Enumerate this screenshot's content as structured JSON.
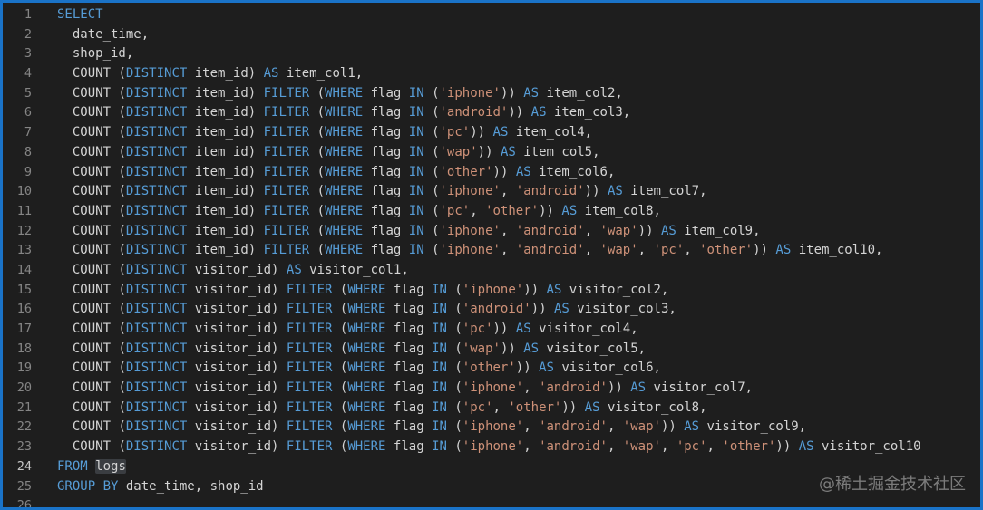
{
  "watermark": "@稀土掘金技术社区",
  "current_line": 24,
  "lines": [
    {
      "n": "1",
      "t": [
        [
          "kw",
          "SELECT"
        ]
      ]
    },
    {
      "n": "2",
      "t": [
        [
          "plain",
          "  date_time,"
        ]
      ]
    },
    {
      "n": "3",
      "t": [
        [
          "plain",
          "  shop_id,"
        ]
      ]
    },
    {
      "n": "4",
      "t": [
        [
          "fn",
          "  COUNT "
        ],
        [
          "plain",
          "("
        ],
        [
          "kw",
          "DISTINCT"
        ],
        [
          "plain",
          " item_id) "
        ],
        [
          "kw",
          "AS"
        ],
        [
          "plain",
          " item_col1,"
        ]
      ]
    },
    {
      "n": "5",
      "t": [
        [
          "fn",
          "  COUNT "
        ],
        [
          "plain",
          "("
        ],
        [
          "kw",
          "DISTINCT"
        ],
        [
          "plain",
          " item_id) "
        ],
        [
          "kw",
          "FILTER"
        ],
        [
          "plain",
          " ("
        ],
        [
          "kw",
          "WHERE"
        ],
        [
          "plain",
          " flag "
        ],
        [
          "kw",
          "IN"
        ],
        [
          "plain",
          " ("
        ],
        [
          "str",
          "'iphone'"
        ],
        [
          "plain",
          ")) "
        ],
        [
          "kw",
          "AS"
        ],
        [
          "plain",
          " item_col2,"
        ]
      ]
    },
    {
      "n": "6",
      "t": [
        [
          "fn",
          "  COUNT "
        ],
        [
          "plain",
          "("
        ],
        [
          "kw",
          "DISTINCT"
        ],
        [
          "plain",
          " item_id) "
        ],
        [
          "kw",
          "FILTER"
        ],
        [
          "plain",
          " ("
        ],
        [
          "kw",
          "WHERE"
        ],
        [
          "plain",
          " flag "
        ],
        [
          "kw",
          "IN"
        ],
        [
          "plain",
          " ("
        ],
        [
          "str",
          "'android'"
        ],
        [
          "plain",
          ")) "
        ],
        [
          "kw",
          "AS"
        ],
        [
          "plain",
          " item_col3,"
        ]
      ]
    },
    {
      "n": "7",
      "t": [
        [
          "fn",
          "  COUNT "
        ],
        [
          "plain",
          "("
        ],
        [
          "kw",
          "DISTINCT"
        ],
        [
          "plain",
          " item_id) "
        ],
        [
          "kw",
          "FILTER"
        ],
        [
          "plain",
          " ("
        ],
        [
          "kw",
          "WHERE"
        ],
        [
          "plain",
          " flag "
        ],
        [
          "kw",
          "IN"
        ],
        [
          "plain",
          " ("
        ],
        [
          "str",
          "'pc'"
        ],
        [
          "plain",
          ")) "
        ],
        [
          "kw",
          "AS"
        ],
        [
          "plain",
          " item_col4,"
        ]
      ]
    },
    {
      "n": "8",
      "t": [
        [
          "fn",
          "  COUNT "
        ],
        [
          "plain",
          "("
        ],
        [
          "kw",
          "DISTINCT"
        ],
        [
          "plain",
          " item_id) "
        ],
        [
          "kw",
          "FILTER"
        ],
        [
          "plain",
          " ("
        ],
        [
          "kw",
          "WHERE"
        ],
        [
          "plain",
          " flag "
        ],
        [
          "kw",
          "IN"
        ],
        [
          "plain",
          " ("
        ],
        [
          "str",
          "'wap'"
        ],
        [
          "plain",
          ")) "
        ],
        [
          "kw",
          "AS"
        ],
        [
          "plain",
          " item_col5,"
        ]
      ]
    },
    {
      "n": "9",
      "t": [
        [
          "fn",
          "  COUNT "
        ],
        [
          "plain",
          "("
        ],
        [
          "kw",
          "DISTINCT"
        ],
        [
          "plain",
          " item_id) "
        ],
        [
          "kw",
          "FILTER"
        ],
        [
          "plain",
          " ("
        ],
        [
          "kw",
          "WHERE"
        ],
        [
          "plain",
          " flag "
        ],
        [
          "kw",
          "IN"
        ],
        [
          "plain",
          " ("
        ],
        [
          "str",
          "'other'"
        ],
        [
          "plain",
          ")) "
        ],
        [
          "kw",
          "AS"
        ],
        [
          "plain",
          " item_col6,"
        ]
      ]
    },
    {
      "n": "10",
      "t": [
        [
          "fn",
          "  COUNT "
        ],
        [
          "plain",
          "("
        ],
        [
          "kw",
          "DISTINCT"
        ],
        [
          "plain",
          " item_id) "
        ],
        [
          "kw",
          "FILTER"
        ],
        [
          "plain",
          " ("
        ],
        [
          "kw",
          "WHERE"
        ],
        [
          "plain",
          " flag "
        ],
        [
          "kw",
          "IN"
        ],
        [
          "plain",
          " ("
        ],
        [
          "str",
          "'iphone'"
        ],
        [
          "plain",
          ", "
        ],
        [
          "str",
          "'android'"
        ],
        [
          "plain",
          ")) "
        ],
        [
          "kw",
          "AS"
        ],
        [
          "plain",
          " item_col7,"
        ]
      ]
    },
    {
      "n": "11",
      "t": [
        [
          "fn",
          "  COUNT "
        ],
        [
          "plain",
          "("
        ],
        [
          "kw",
          "DISTINCT"
        ],
        [
          "plain",
          " item_id) "
        ],
        [
          "kw",
          "FILTER"
        ],
        [
          "plain",
          " ("
        ],
        [
          "kw",
          "WHERE"
        ],
        [
          "plain",
          " flag "
        ],
        [
          "kw",
          "IN"
        ],
        [
          "plain",
          " ("
        ],
        [
          "str",
          "'pc'"
        ],
        [
          "plain",
          ", "
        ],
        [
          "str",
          "'other'"
        ],
        [
          "plain",
          ")) "
        ],
        [
          "kw",
          "AS"
        ],
        [
          "plain",
          " item_col8,"
        ]
      ]
    },
    {
      "n": "12",
      "t": [
        [
          "fn",
          "  COUNT "
        ],
        [
          "plain",
          "("
        ],
        [
          "kw",
          "DISTINCT"
        ],
        [
          "plain",
          " item_id) "
        ],
        [
          "kw",
          "FILTER"
        ],
        [
          "plain",
          " ("
        ],
        [
          "kw",
          "WHERE"
        ],
        [
          "plain",
          " flag "
        ],
        [
          "kw",
          "IN"
        ],
        [
          "plain",
          " ("
        ],
        [
          "str",
          "'iphone'"
        ],
        [
          "plain",
          ", "
        ],
        [
          "str",
          "'android'"
        ],
        [
          "plain",
          ", "
        ],
        [
          "str",
          "'wap'"
        ],
        [
          "plain",
          ")) "
        ],
        [
          "kw",
          "AS"
        ],
        [
          "plain",
          " item_col9,"
        ]
      ]
    },
    {
      "n": "13",
      "t": [
        [
          "fn",
          "  COUNT "
        ],
        [
          "plain",
          "("
        ],
        [
          "kw",
          "DISTINCT"
        ],
        [
          "plain",
          " item_id) "
        ],
        [
          "kw",
          "FILTER"
        ],
        [
          "plain",
          " ("
        ],
        [
          "kw",
          "WHERE"
        ],
        [
          "plain",
          " flag "
        ],
        [
          "kw",
          "IN"
        ],
        [
          "plain",
          " ("
        ],
        [
          "str",
          "'iphone'"
        ],
        [
          "plain",
          ", "
        ],
        [
          "str",
          "'android'"
        ],
        [
          "plain",
          ", "
        ],
        [
          "str",
          "'wap'"
        ],
        [
          "plain",
          ", "
        ],
        [
          "str",
          "'pc'"
        ],
        [
          "plain",
          ", "
        ],
        [
          "str",
          "'other'"
        ],
        [
          "plain",
          ")) "
        ],
        [
          "kw",
          "AS"
        ],
        [
          "plain",
          " item_col10,"
        ]
      ]
    },
    {
      "n": "14",
      "t": [
        [
          "fn",
          "  COUNT "
        ],
        [
          "plain",
          "("
        ],
        [
          "kw",
          "DISTINCT"
        ],
        [
          "plain",
          " visitor_id) "
        ],
        [
          "kw",
          "AS"
        ],
        [
          "plain",
          " visitor_col1,"
        ]
      ]
    },
    {
      "n": "15",
      "t": [
        [
          "fn",
          "  COUNT "
        ],
        [
          "plain",
          "("
        ],
        [
          "kw",
          "DISTINCT"
        ],
        [
          "plain",
          " visitor_id) "
        ],
        [
          "kw",
          "FILTER"
        ],
        [
          "plain",
          " ("
        ],
        [
          "kw",
          "WHERE"
        ],
        [
          "plain",
          " flag "
        ],
        [
          "kw",
          "IN"
        ],
        [
          "plain",
          " ("
        ],
        [
          "str",
          "'iphone'"
        ],
        [
          "plain",
          ")) "
        ],
        [
          "kw",
          "AS"
        ],
        [
          "plain",
          " visitor_col2,"
        ]
      ]
    },
    {
      "n": "16",
      "t": [
        [
          "fn",
          "  COUNT "
        ],
        [
          "plain",
          "("
        ],
        [
          "kw",
          "DISTINCT"
        ],
        [
          "plain",
          " visitor_id) "
        ],
        [
          "kw",
          "FILTER"
        ],
        [
          "plain",
          " ("
        ],
        [
          "kw",
          "WHERE"
        ],
        [
          "plain",
          " flag "
        ],
        [
          "kw",
          "IN"
        ],
        [
          "plain",
          " ("
        ],
        [
          "str",
          "'android'"
        ],
        [
          "plain",
          ")) "
        ],
        [
          "kw",
          "AS"
        ],
        [
          "plain",
          " visitor_col3,"
        ]
      ]
    },
    {
      "n": "17",
      "t": [
        [
          "fn",
          "  COUNT "
        ],
        [
          "plain",
          "("
        ],
        [
          "kw",
          "DISTINCT"
        ],
        [
          "plain",
          " visitor_id) "
        ],
        [
          "kw",
          "FILTER"
        ],
        [
          "plain",
          " ("
        ],
        [
          "kw",
          "WHERE"
        ],
        [
          "plain",
          " flag "
        ],
        [
          "kw",
          "IN"
        ],
        [
          "plain",
          " ("
        ],
        [
          "str",
          "'pc'"
        ],
        [
          "plain",
          ")) "
        ],
        [
          "kw",
          "AS"
        ],
        [
          "plain",
          " visitor_col4,"
        ]
      ]
    },
    {
      "n": "18",
      "t": [
        [
          "fn",
          "  COUNT "
        ],
        [
          "plain",
          "("
        ],
        [
          "kw",
          "DISTINCT"
        ],
        [
          "plain",
          " visitor_id) "
        ],
        [
          "kw",
          "FILTER"
        ],
        [
          "plain",
          " ("
        ],
        [
          "kw",
          "WHERE"
        ],
        [
          "plain",
          " flag "
        ],
        [
          "kw",
          "IN"
        ],
        [
          "plain",
          " ("
        ],
        [
          "str",
          "'wap'"
        ],
        [
          "plain",
          ")) "
        ],
        [
          "kw",
          "AS"
        ],
        [
          "plain",
          " visitor_col5,"
        ]
      ]
    },
    {
      "n": "19",
      "t": [
        [
          "fn",
          "  COUNT "
        ],
        [
          "plain",
          "("
        ],
        [
          "kw",
          "DISTINCT"
        ],
        [
          "plain",
          " visitor_id) "
        ],
        [
          "kw",
          "FILTER"
        ],
        [
          "plain",
          " ("
        ],
        [
          "kw",
          "WHERE"
        ],
        [
          "plain",
          " flag "
        ],
        [
          "kw",
          "IN"
        ],
        [
          "plain",
          " ("
        ],
        [
          "str",
          "'other'"
        ],
        [
          "plain",
          ")) "
        ],
        [
          "kw",
          "AS"
        ],
        [
          "plain",
          " visitor_col6,"
        ]
      ]
    },
    {
      "n": "20",
      "t": [
        [
          "fn",
          "  COUNT "
        ],
        [
          "plain",
          "("
        ],
        [
          "kw",
          "DISTINCT"
        ],
        [
          "plain",
          " visitor_id) "
        ],
        [
          "kw",
          "FILTER"
        ],
        [
          "plain",
          " ("
        ],
        [
          "kw",
          "WHERE"
        ],
        [
          "plain",
          " flag "
        ],
        [
          "kw",
          "IN"
        ],
        [
          "plain",
          " ("
        ],
        [
          "str",
          "'iphone'"
        ],
        [
          "plain",
          ", "
        ],
        [
          "str",
          "'android'"
        ],
        [
          "plain",
          ")) "
        ],
        [
          "kw",
          "AS"
        ],
        [
          "plain",
          " visitor_col7,"
        ]
      ]
    },
    {
      "n": "21",
      "t": [
        [
          "fn",
          "  COUNT "
        ],
        [
          "plain",
          "("
        ],
        [
          "kw",
          "DISTINCT"
        ],
        [
          "plain",
          " visitor_id) "
        ],
        [
          "kw",
          "FILTER"
        ],
        [
          "plain",
          " ("
        ],
        [
          "kw",
          "WHERE"
        ],
        [
          "plain",
          " flag "
        ],
        [
          "kw",
          "IN"
        ],
        [
          "plain",
          " ("
        ],
        [
          "str",
          "'pc'"
        ],
        [
          "plain",
          ", "
        ],
        [
          "str",
          "'other'"
        ],
        [
          "plain",
          ")) "
        ],
        [
          "kw",
          "AS"
        ],
        [
          "plain",
          " visitor_col8,"
        ]
      ]
    },
    {
      "n": "22",
      "t": [
        [
          "fn",
          "  COUNT "
        ],
        [
          "plain",
          "("
        ],
        [
          "kw",
          "DISTINCT"
        ],
        [
          "plain",
          " visitor_id) "
        ],
        [
          "kw",
          "FILTER"
        ],
        [
          "plain",
          " ("
        ],
        [
          "kw",
          "WHERE"
        ],
        [
          "plain",
          " flag "
        ],
        [
          "kw",
          "IN"
        ],
        [
          "plain",
          " ("
        ],
        [
          "str",
          "'iphone'"
        ],
        [
          "plain",
          ", "
        ],
        [
          "str",
          "'android'"
        ],
        [
          "plain",
          ", "
        ],
        [
          "str",
          "'wap'"
        ],
        [
          "plain",
          ")) "
        ],
        [
          "kw",
          "AS"
        ],
        [
          "plain",
          " visitor_col9,"
        ]
      ]
    },
    {
      "n": "23",
      "t": [
        [
          "fn",
          "  COUNT "
        ],
        [
          "plain",
          "("
        ],
        [
          "kw",
          "DISTINCT"
        ],
        [
          "plain",
          " visitor_id) "
        ],
        [
          "kw",
          "FILTER"
        ],
        [
          "plain",
          " ("
        ],
        [
          "kw",
          "WHERE"
        ],
        [
          "plain",
          " flag "
        ],
        [
          "kw",
          "IN"
        ],
        [
          "plain",
          " ("
        ],
        [
          "str",
          "'iphone'"
        ],
        [
          "plain",
          ", "
        ],
        [
          "str",
          "'android'"
        ],
        [
          "plain",
          ", "
        ],
        [
          "str",
          "'wap'"
        ],
        [
          "plain",
          ", "
        ],
        [
          "str",
          "'pc'"
        ],
        [
          "plain",
          ", "
        ],
        [
          "str",
          "'other'"
        ],
        [
          "plain",
          ")) "
        ],
        [
          "kw",
          "AS"
        ],
        [
          "plain",
          " visitor_col10"
        ]
      ]
    },
    {
      "n": "24",
      "t": [
        [
          "kw",
          "FROM"
        ],
        [
          "plain",
          " "
        ],
        [
          "hl",
          "logs"
        ]
      ]
    },
    {
      "n": "25",
      "t": [
        [
          "kw",
          "GROUP BY"
        ],
        [
          "plain",
          " date_time, shop_id"
        ]
      ]
    },
    {
      "n": "26",
      "t": []
    }
  ]
}
